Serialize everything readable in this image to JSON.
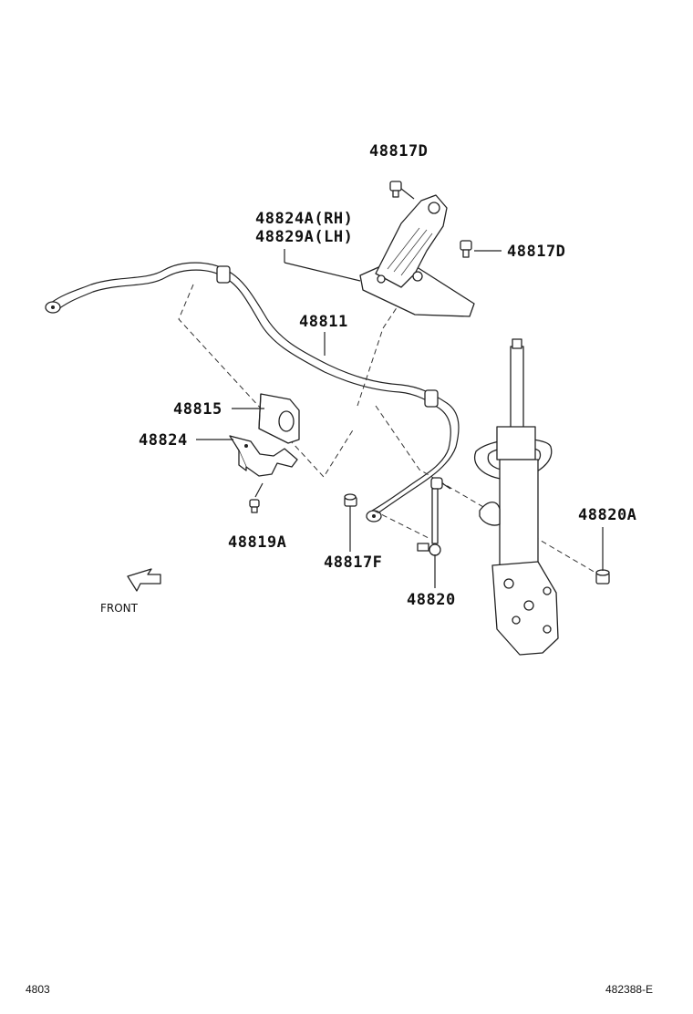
{
  "labels": {
    "p48817d_top": "48817D",
    "p48824a_rh": "48824A(RH)",
    "p48829a_lh": "48829A(LH)",
    "p48817d_right": "48817D",
    "p48811": "48811",
    "p48815": "48815",
    "p48824": "48824",
    "p48819a": "48819A",
    "p48817f": "48817F",
    "p48820": "48820",
    "p48820a": "48820A"
  },
  "front_label": "FRONT",
  "footer": {
    "left": "4803",
    "right": "482388-E"
  },
  "icons": {
    "front_arrow": "front-direction-arrow-icon"
  }
}
